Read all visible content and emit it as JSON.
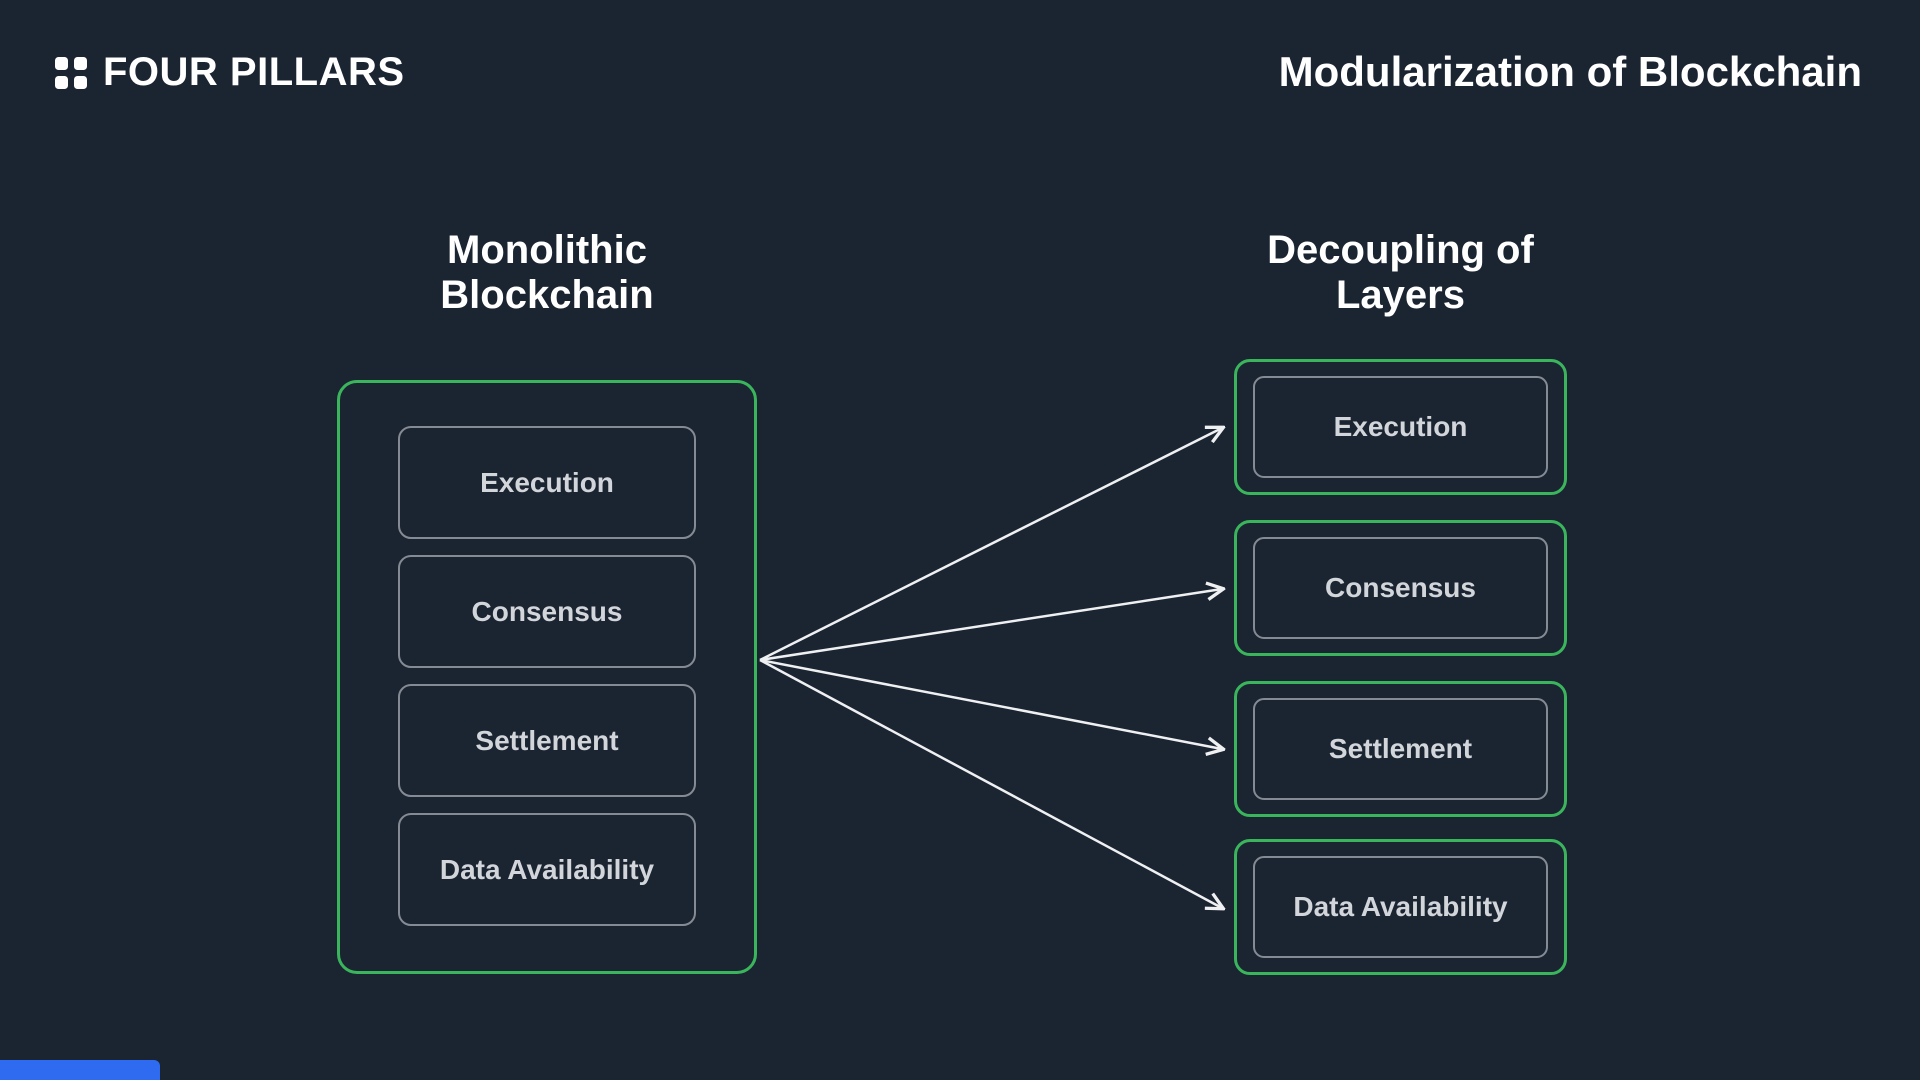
{
  "header": {
    "brand": "FOUR PILLARS",
    "title": "Modularization of Blockchain"
  },
  "diagram": {
    "left": {
      "title": "Monolithic Blockchain",
      "layers": [
        "Execution",
        "Consensus",
        "Settlement",
        "Data Availability"
      ]
    },
    "right": {
      "title": "Decoupling of Layers",
      "layers": [
        "Execution",
        "Consensus",
        "Settlement",
        "Data Availability"
      ]
    }
  },
  "colors": {
    "background": "#1b2431",
    "accent_green": "#3ab55c",
    "box_border_gray": "#848b94",
    "label_text": "#d2d6db",
    "arrow_white": "#eef0f2",
    "footer_blue": "#2e6bf0"
  }
}
